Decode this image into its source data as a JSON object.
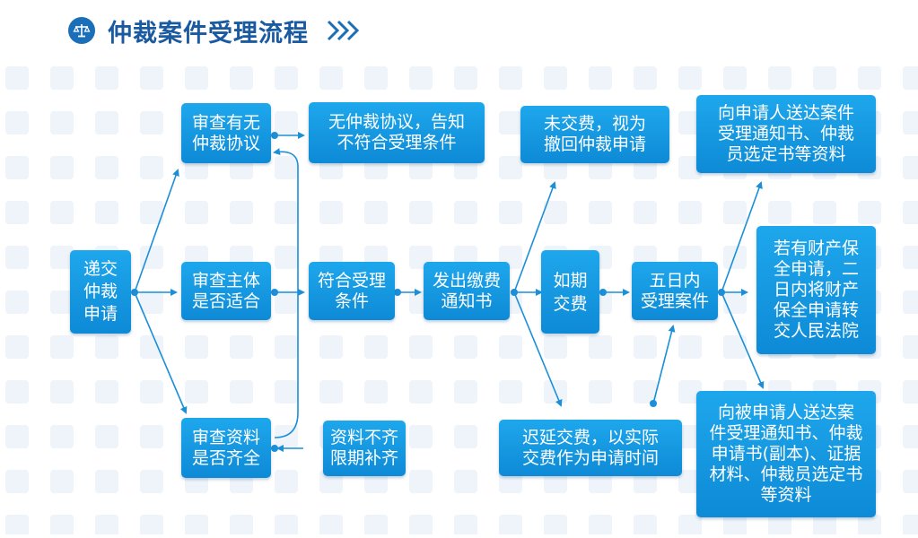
{
  "header": {
    "title": "仲裁案件受理流程"
  },
  "nodes": {
    "submit": "递交\n仲裁\n申请",
    "check_agreement": "审查有无\n仲裁协议",
    "no_agreement": "无仲裁协议，告知\n不符合受理条件",
    "check_subject": "审查主体\n是否适合",
    "check_docs": "审查资料\n是否齐全",
    "docs_incomplete": "资料不齐\n限期补齐",
    "meets_conditions": "符合受理\n条件",
    "payment_notice": "发出缴费\n通知书",
    "not_paid": "未交费，视为\n撤回仲裁申请",
    "paid_on_time": "如期\n交费",
    "late_payment": "迟延交费，以实际\n交费作为申请时间",
    "accept_5days": "五日内\n受理案件",
    "notify_applicant": "向申请人送达案件\n受理通知书、仲裁\n员选定书等资料",
    "property_preservation": "若有财产保\n全申请，二\n日内将财产\n保全申请转\n交人民法院",
    "notify_respondent": "向被申请人送达案\n件受理通知书、仲裁\n申请书(副本)、证据\n材料、仲裁员选定书\n等资料"
  },
  "colors": {
    "box": "#0e8ad6",
    "line": "#1b8fd8",
    "title": "#1a5aa0"
  }
}
